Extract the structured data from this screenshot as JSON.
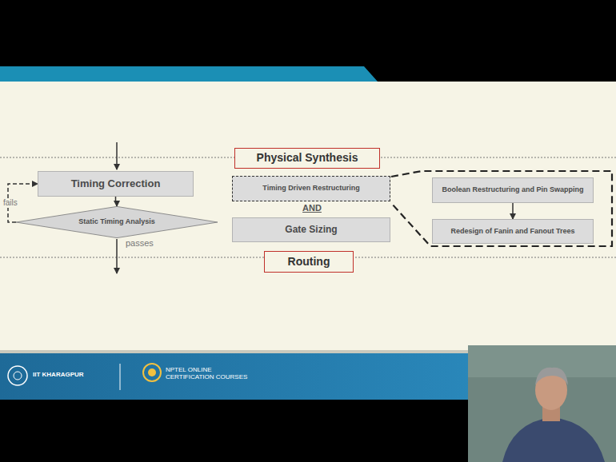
{
  "diagram": {
    "nodes": [
      {
        "text": [
          "Timing Correction"
        ]
      },
      {
        "text": [
          "Static Timing Analysis"
        ]
      },
      {
        "text": [
          "Physical Synthesis"
        ]
      },
      {
        "text": [
          "Timing Driven Restructuring"
        ]
      },
      {
        "text": [
          "Gate Sizing"
        ]
      },
      {
        "text": [
          "Routing"
        ]
      },
      {
        "text": [
          "Boolean Restructuring and Pin Swapping"
        ]
      },
      {
        "text": [
          "Redesign of Fanin and Fanout Trees"
        ]
      }
    ],
    "edges": [
      {
        "from": 0,
        "to": 1,
        "arrow": "to"
      },
      {
        "from": 1,
        "to": 0,
        "label": "fails",
        "arrow": "to"
      },
      {
        "from": 6,
        "to": 7,
        "arrow": "to"
      }
    ],
    "labels": [
      "passes",
      "AND",
      "IIT KHARAGPUR",
      "NPTEL ONLINE CERTIFICATION COURSES"
    ]
  }
}
